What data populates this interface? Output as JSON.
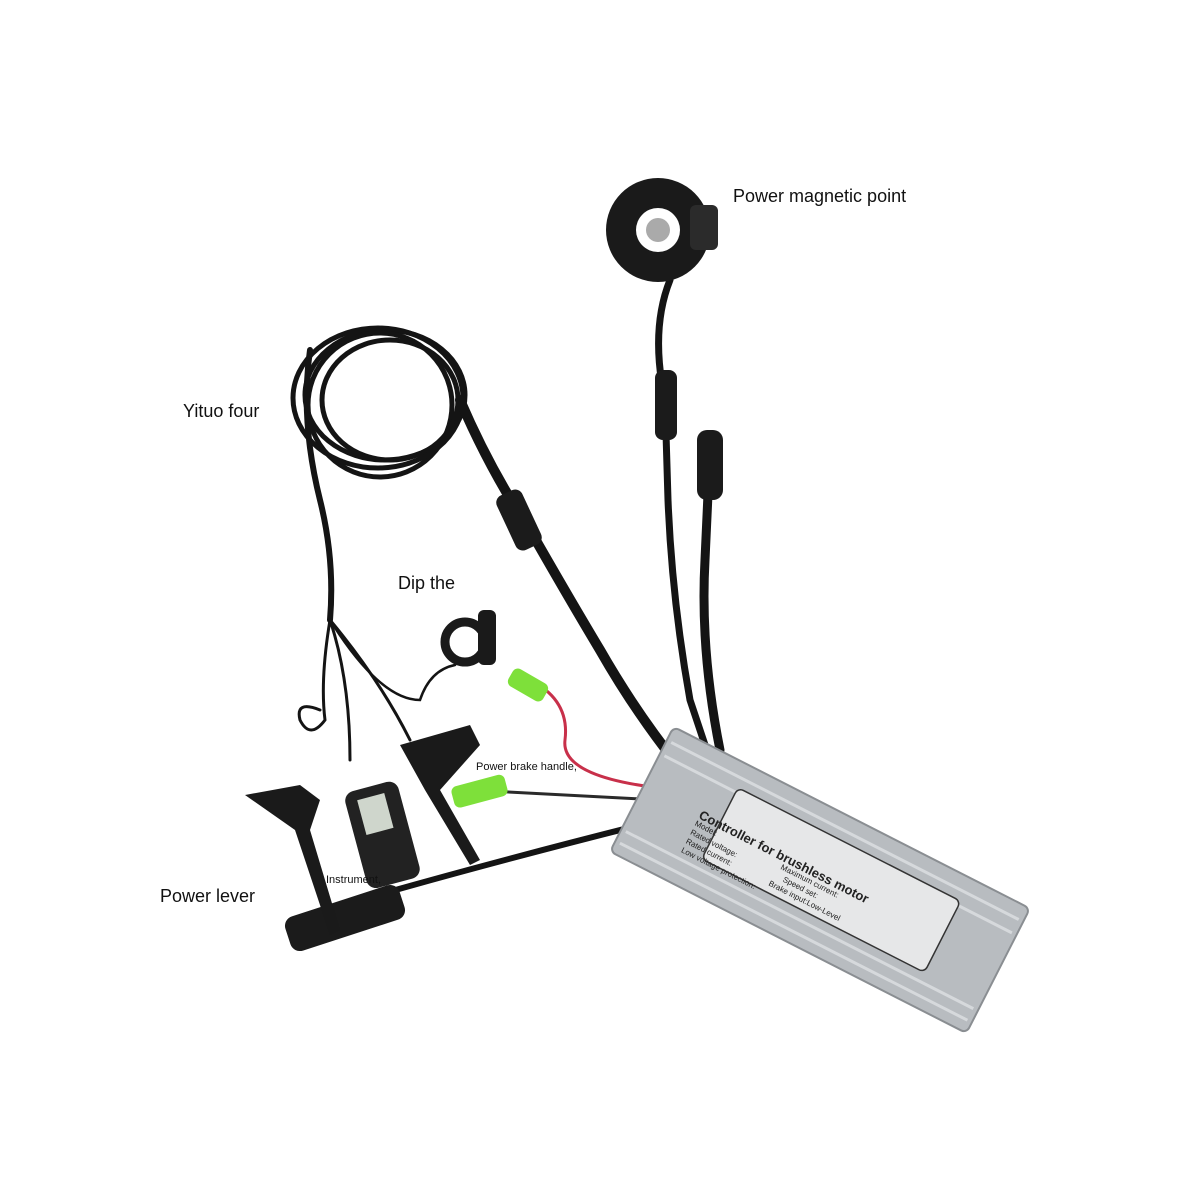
{
  "labels": {
    "pas_sensor": "Power magnetic point",
    "cable_harness": "Yituo four",
    "thumb_throttle": "Dip the",
    "brake_handle": "Power brake handle,",
    "display": "Instrument,",
    "power_lever": "Power lever"
  },
  "controller": {
    "title": "Controller for brushless motor",
    "spec_lines": [
      "Model:",
      "Rated voltage:",
      "Rated current:",
      "Low voltage protection:",
      "Maximum current:",
      "Speed set:",
      "Brake input:Low-Level"
    ]
  },
  "colors": {
    "cable": "#141414",
    "controller": "#b8bcc0",
    "connector_green": "#7ee03a",
    "wire_red": "#c8304a"
  }
}
